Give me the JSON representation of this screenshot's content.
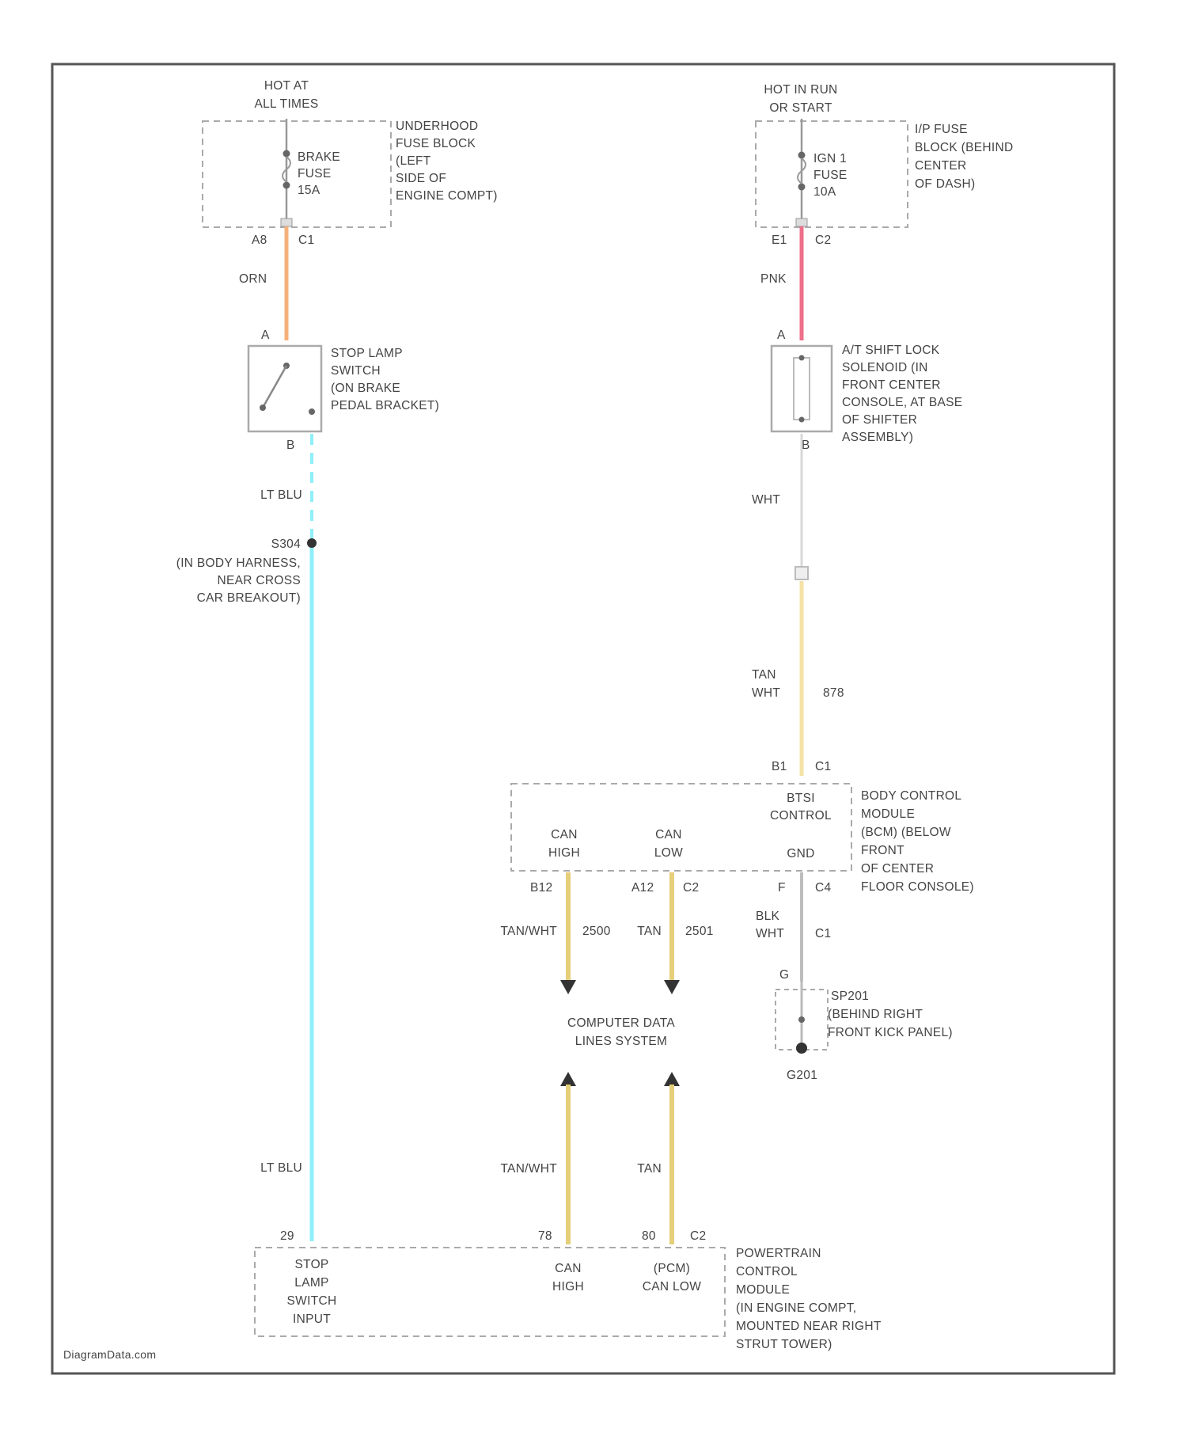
{
  "fuse_left": {
    "power_label": [
      "HOT AT",
      "ALL TIMES"
    ],
    "fuse_label": [
      "BRAKE",
      "FUSE",
      "15A"
    ],
    "location": [
      "UNDERHOOD",
      "FUSE BLOCK",
      "(LEFT",
      "SIDE OF",
      "ENGINE COMPT)"
    ],
    "pin": "A8",
    "connector": "C1"
  },
  "fuse_right": {
    "power_label": [
      "HOT IN RUN",
      "OR START"
    ],
    "fuse_label": [
      "IGN 1",
      "FUSE",
      "10A"
    ],
    "location": [
      "I/P FUSE",
      "BLOCK (BEHIND",
      "CENTER",
      "OF DASH)"
    ],
    "pin": "E1",
    "connector": "C2"
  },
  "wires": {
    "orn": "ORN",
    "pnk": "PNK",
    "lt_blu_top": "LT BLU",
    "lt_blu_bottom": "LT BLU",
    "wht": "WHT",
    "tan_wht": [
      "TAN",
      "WHT"
    ],
    "tan_wht_circuit": "878",
    "bcm_high": "TAN/WHT",
    "bcm_high_circuit": "2500",
    "bcm_low": "TAN",
    "bcm_low_circuit": "2501",
    "gnd": [
      "BLK",
      "WHT"
    ],
    "gnd_connector": "C1",
    "pcm_high": "TAN/WHT",
    "pcm_low": "TAN"
  },
  "stop_lamp_switch": {
    "pin_a": "A",
    "pin_b": "B",
    "label": [
      "STOP LAMP",
      "SWITCH",
      "(ON BRAKE",
      "PEDAL BRACKET)"
    ]
  },
  "shift_lock": {
    "pin_a": "A",
    "pin_b": "B",
    "label": [
      "A/T SHIFT LOCK",
      "SOLENOID (IN",
      "FRONT CENTER",
      "CONSOLE, AT BASE",
      "OF SHIFTER",
      "ASSEMBLY)"
    ]
  },
  "splice": {
    "id": "S304",
    "label": [
      "(IN BODY HARNESS,",
      "NEAR CROSS",
      "CAR BREAKOUT)"
    ]
  },
  "bcm": {
    "top_pin": "B1",
    "top_connector": "C1",
    "inner_btsi": [
      "BTSI",
      "CONTROL"
    ],
    "inner_gnd": "GND",
    "inner_can_high": [
      "CAN",
      "HIGH"
    ],
    "inner_can_low": [
      "CAN",
      "LOW"
    ],
    "pin_high": "B12",
    "pin_low": "A12",
    "connector_can": "C2",
    "pin_gnd": "F",
    "connector_gnd": "C4",
    "label": [
      "BODY CONTROL",
      "MODULE",
      "(BCM) (BELOW",
      "FRONT",
      "OF CENTER",
      "FLOOR CONSOLE)"
    ]
  },
  "data_lines": [
    "COMPUTER DATA",
    "LINES SYSTEM"
  ],
  "ground": {
    "pin": "G",
    "splice_id": "SP201",
    "label": [
      "(BEHIND RIGHT",
      "FRONT KICK PANEL)"
    ],
    "ground_id": "G201"
  },
  "pcm": {
    "pin_stop": "29",
    "pin_high": "78",
    "pin_low": "80",
    "connector": "C2",
    "inner_stop": [
      "STOP",
      "LAMP",
      "SWITCH",
      "INPUT"
    ],
    "inner_high": [
      "CAN",
      "HIGH"
    ],
    "inner_low": [
      "(PCM)",
      "CAN LOW"
    ],
    "label": [
      "POWERTRAIN",
      "CONTROL",
      "MODULE",
      "(IN ENGINE COMPT,",
      "MOUNTED NEAR RIGHT",
      "STRUT TOWER)"
    ]
  },
  "watermark": "DiagramData.com",
  "colors": {
    "orange": "#f4b07a",
    "pink": "#ee6f8a",
    "light_blue": "#8feffa",
    "tan": "#f4e2a6",
    "tan_dark": "#e6cf7a",
    "gray": "#bdbdbd",
    "frame": "#555555"
  }
}
